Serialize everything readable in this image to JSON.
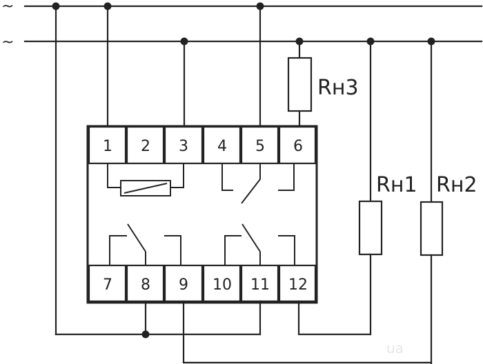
{
  "supply": {
    "line1_symbol": "~",
    "line2_symbol": "~"
  },
  "terminals_top": [
    "1",
    "2",
    "3",
    "4",
    "5",
    "6"
  ],
  "terminals_bottom": [
    "7",
    "8",
    "9",
    "10",
    "11",
    "12"
  ],
  "loads": {
    "rh1": "Rн1",
    "rh2": "Rн2",
    "rh3": "Rн3"
  },
  "colors": {
    "line": "#222222",
    "background": "#ffffff"
  },
  "watermark": "ua"
}
